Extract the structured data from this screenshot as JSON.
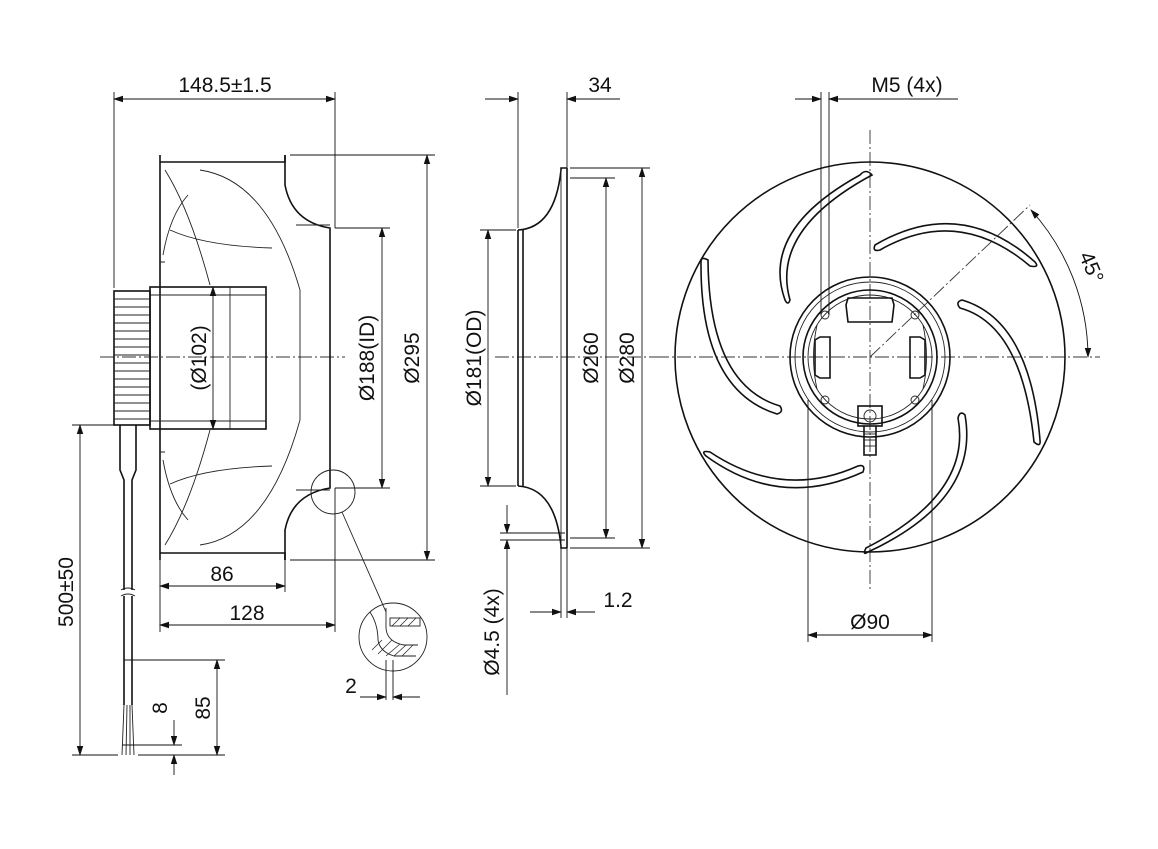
{
  "drawing": {
    "labels": {
      "overall_width": "148.5±1.5",
      "thickness": "34",
      "thread": "M5 (4x)",
      "angle": "45°",
      "d_motor": "(Ø102)",
      "d_id": "Ø188(ID)",
      "d_295": "Ø295",
      "d_od": "Ø181(OD)",
      "d_260": "Ø260",
      "d_280": "Ø280",
      "len_86": "86",
      "len_128": "128",
      "cable": "500±50",
      "len_8": "8",
      "len_85": "85",
      "detail_2": "2",
      "hole": "Ø4.5 (4x)",
      "sheet": "1.2",
      "d_90": "Ø90"
    }
  }
}
